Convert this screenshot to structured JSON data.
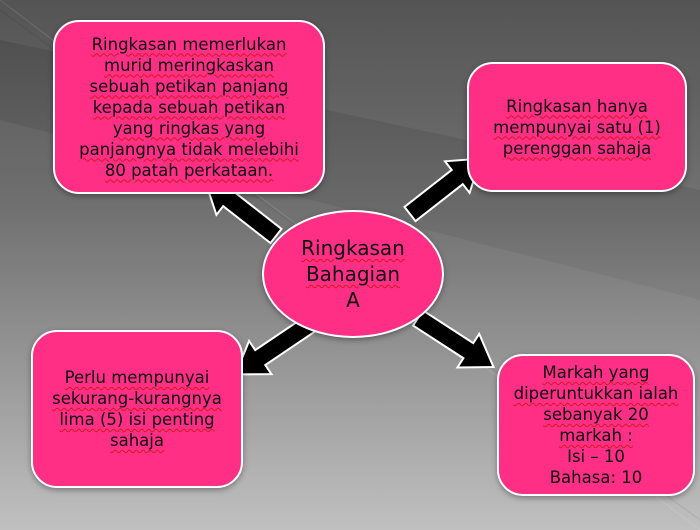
{
  "center": {
    "lines": [
      "Ringkasan",
      "Bahagian",
      "A"
    ]
  },
  "top_left": {
    "lines": [
      "Ringkasan memerlukan",
      "murid meringkaskan",
      "sebuah petikan panjang",
      "kepada sebuah petikan",
      "yang ringkas yang",
      "panjangnya tidak melebihi",
      "80 patah perkataan."
    ]
  },
  "top_right": {
    "lines": [
      "Ringkasan hanya",
      "mempunyai satu (1)",
      "perenggan sahaja"
    ]
  },
  "bottom_left": {
    "lines": [
      "Perlu mempunyai",
      "sekurang-kurangnya",
      "lima (5) isi penting",
      "sahaja"
    ]
  },
  "bottom_right": {
    "lines": [
      "Markah yang",
      "diperuntukkan ialah",
      "sebanyak 20",
      "markah :",
      "Isi – 10",
      "Bahasa: 10"
    ]
  },
  "colors": {
    "box_fill": "#ff2f86",
    "box_border": "#ffffff",
    "arrow_fill": "#000000",
    "arrow_outline": "#ffffff"
  }
}
